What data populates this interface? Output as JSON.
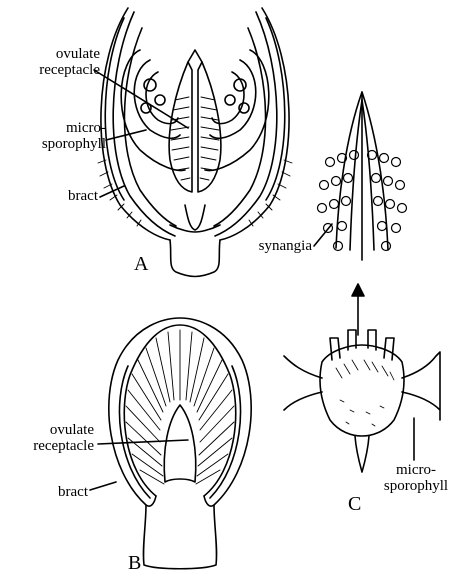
{
  "panels": {
    "a": {
      "letter": "A",
      "labels": {
        "ovulate_receptacle": "ovulate\nreceptacle",
        "microsporophyll": "micro-\nsporophyll",
        "bract": "bract"
      }
    },
    "b": {
      "letter": "B",
      "labels": {
        "ovulate_receptacle": "ovulate\nreceptacle",
        "bract": "bract"
      }
    },
    "c": {
      "letter": "C",
      "labels": {
        "synangia": "synangia",
        "microsporophyll": "micro-\nsporophyll"
      }
    }
  },
  "colors": {
    "ink": "#000000",
    "background": "#ffffff"
  }
}
